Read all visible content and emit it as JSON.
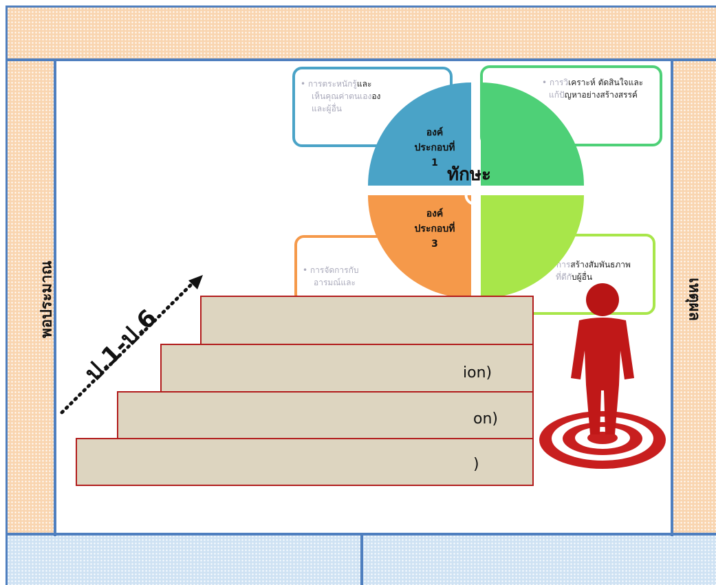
{
  "left_side_label": "พอประมาณ",
  "right_side_label": "เหตุผล",
  "diagram_center_title": "ทักษะ",
  "stair_label": "ป.1-ป.6",
  "cards": [
    {
      "text_faded": "• การตระหนักรู้",
      "text_visible": "และ",
      "text_faded2": "เห็นคุณค่าตนเอง",
      "text_visible2": "อง",
      "text_faded3": "และผู้อื่น"
    },
    {
      "text_faded": "• การวิ",
      "text_visible": "เคราะห์ ตัดสินใจและ",
      "text_faded2": "แก้ปั",
      "text_visible2": "ญหาอย่างสร้างสรรค์"
    },
    {
      "text_faded": "• การจัดการกับ",
      "text_faded2": "อารมณ์และ"
    },
    {
      "text_faded": "• การ",
      "text_visible": "สร้างสัมพันธภาพ",
      "text_faded2": "ที่ดีกั",
      "text_visible2": "บผู้อื่น"
    }
  ],
  "components": [
    {
      "line1": "องค์",
      "line2": "ประกอบที่",
      "line3": "1"
    },
    {
      "line1": "องค์",
      "line2": "ประกอบที่",
      "line3": "3"
    }
  ],
  "steps": [
    {
      "text": ""
    },
    {
      "text": "ion)"
    },
    {
      "text": "on)"
    },
    {
      "text": ")"
    }
  ],
  "colors": {
    "peach_band": "#f9d5b0",
    "blue_band": "#cfe2f3",
    "frame_line": "#4f7fbf",
    "quadrant_1": "#4aa3c7",
    "quadrant_2": "#4ed077",
    "quadrant_3": "#f5994a",
    "quadrant_4": "#a8e64a",
    "step_fill": "#ddd5c0",
    "step_border": "#b11b1b",
    "figure_red": "#c01818"
  }
}
